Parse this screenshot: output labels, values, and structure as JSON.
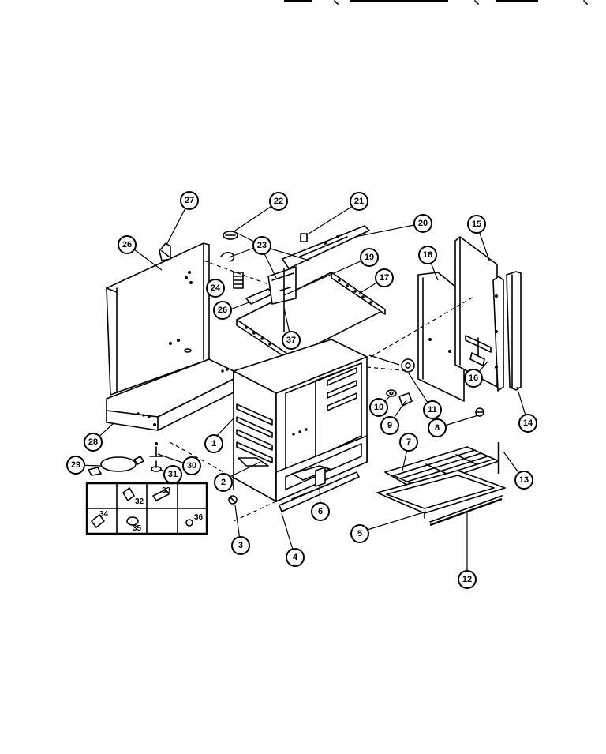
{
  "callouts": {
    "c1": "1",
    "c2": "2",
    "c3": "3",
    "c4": "4",
    "c5": "5",
    "c6": "6",
    "c7": "7",
    "c8": "8",
    "c9": "9",
    "c10": "10",
    "c11": "11",
    "c12": "12",
    "c13": "13",
    "c14": "14",
    "c15": "15",
    "c16": "16",
    "c17": "17",
    "c18": "18",
    "c19": "19",
    "c20": "20",
    "c21": "21",
    "c22": "22",
    "c23": "23",
    "c24": "24",
    "c25": "26",
    "c26": "26",
    "c27": "27",
    "c28": "28",
    "c29": "29",
    "c30": "30",
    "c31": "31",
    "c37": "37"
  },
  "kit_labels": {
    "k32": "32",
    "k33": "33",
    "k34": "34",
    "k35": "35",
    "k36": "36"
  }
}
